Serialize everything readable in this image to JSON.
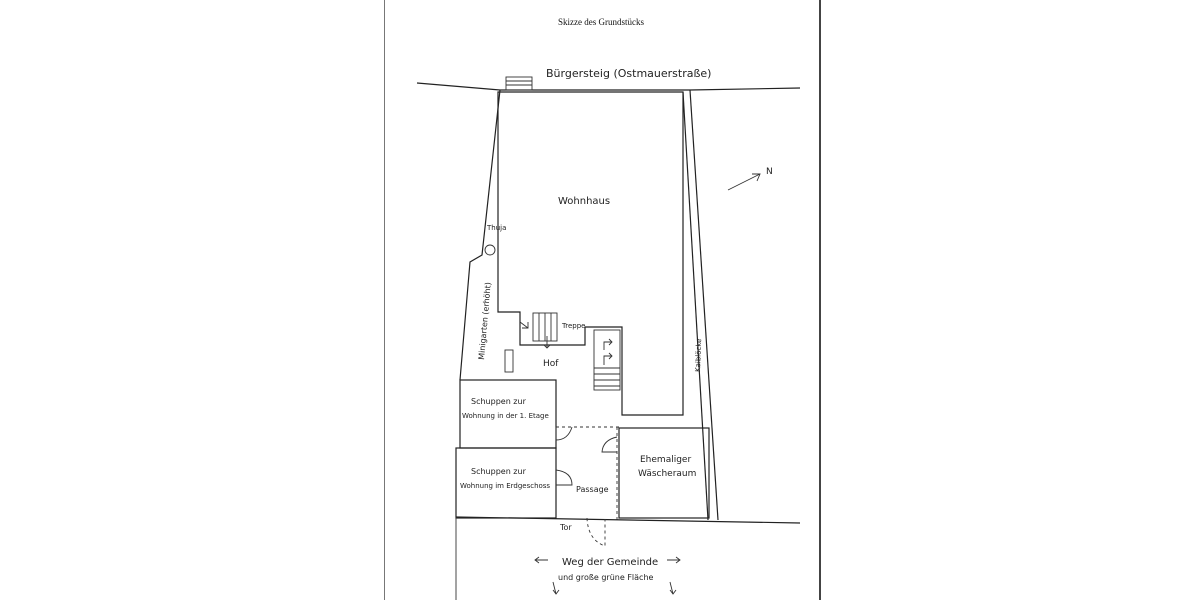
{
  "title": "Skizze des Grundstücks",
  "labels": {
    "street": "Bürgersteig (Ostmauerstraße)",
    "house": "Wohnhaus",
    "thuja": "Thuja",
    "minigarden": "Minigarten (erhöht)",
    "stairs": "Treppe",
    "yard": "Hof",
    "shed_upper_1": "Schuppen zur",
    "shed_upper_2": "Wohnung in der 1. Etage",
    "shed_lower_1": "Schuppen zur",
    "shed_lower_2": "Wohnung im Erdgeschoss",
    "passage": "Passage",
    "laundry_1": "Ehemaliger",
    "laundry_2": "Wäscheraum",
    "path_side": "Kaiblöcke",
    "gate": "Tor",
    "municipal_path": "Weg der Gemeinde",
    "green_area": "und große grüne Fläche",
    "north": "N"
  }
}
